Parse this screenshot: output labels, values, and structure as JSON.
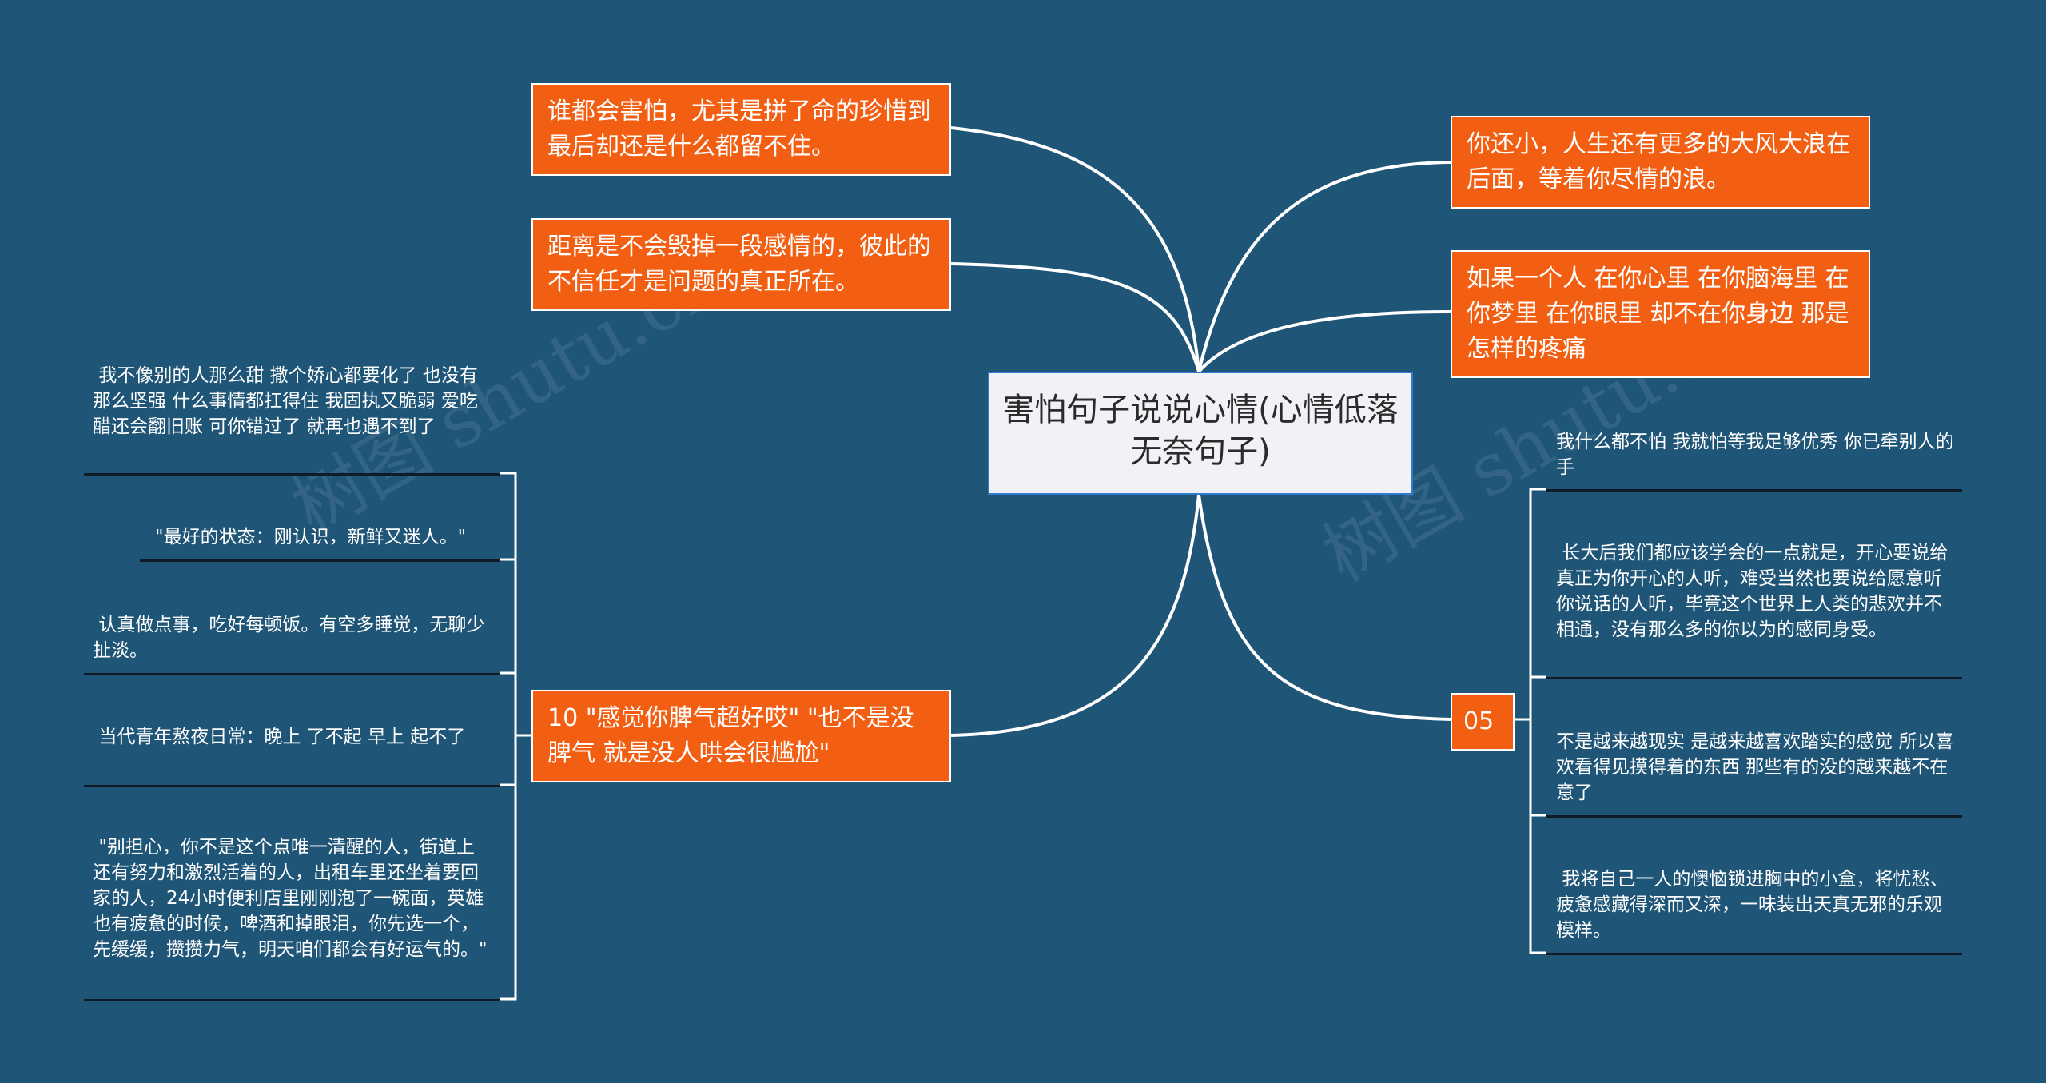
{
  "root": {
    "title": "害怕句子说说心情(心情低落无奈句子)"
  },
  "branches": {
    "left_1": "谁都会害怕，尤其是拼了命的珍惜到最后却还是什么都留不住。",
    "left_2": "距离是不会毁掉一段感情的，彼此的不信任才是问题的真正所在。",
    "left_3": "10 \"感觉你脾气超好哎\" \"也不是没脾气 就是没人哄会很尴尬\"",
    "right_1": "你还小，人生还有更多的大风大浪在后面，等着你尽情的浪。",
    "right_2": "如果一个人 在你心里 在你脑海里 在你梦里 在你眼里 却不在你身边 那是怎样的疼痛",
    "right_3": "05"
  },
  "left_leaves": [
    " 我不像别的人那么甜 撒个娇心都要化了 也没有那么坚强 什么事情都扛得住 我固执又脆弱 爱吃醋还会翻旧账 可你错过了 就再也遇不到了",
    "\"最好的状态：刚认识，新鲜又迷人。\"",
    " 认真做点事，吃好每顿饭。有空多睡觉，无聊少扯淡。",
    " 当代青年熬夜日常：晚上 了不起 早上 起不了",
    " \"别担心，你不是这个点唯一清醒的人，街道上还有努力和激烈活着的人，出租车里还坐着要回家的人，24小时便利店里刚刚泡了一碗面，英雄也有疲惫的时候，啤酒和掉眼泪，你先选一个，先缓缓，攒攒力气，明天咱们都会有好运气的。\""
  ],
  "right_leaves": [
    "我什么都不怕 我就怕等我足够优秀 你已牵别人的手",
    " 长大后我们都应该学会的一点就是，开心要说给真正为你开心的人听，难受当然也要说给愿意听你说话的人听，毕竟这个世界上人类的悲欢并不相通，没有那么多的你以为的感同身受。",
    "不是越来越现实 是越来越喜欢踏实的感觉 所以喜欢看得见摸得着的东西 那些有的没的越来越不在意了",
    " 我将自己一人的懊恼锁进胸中的小盒，将忧愁、疲惫感藏得深而又深，一味装出天真无邪的乐观模样。"
  ],
  "watermarks": [
    "树图 shutu.cn",
    "树图 shutu.cn"
  ],
  "colors": {
    "background": "#1f5577",
    "branch": "#f35f12",
    "root_border": "#2f7bd1",
    "connector": "#ffffff"
  }
}
